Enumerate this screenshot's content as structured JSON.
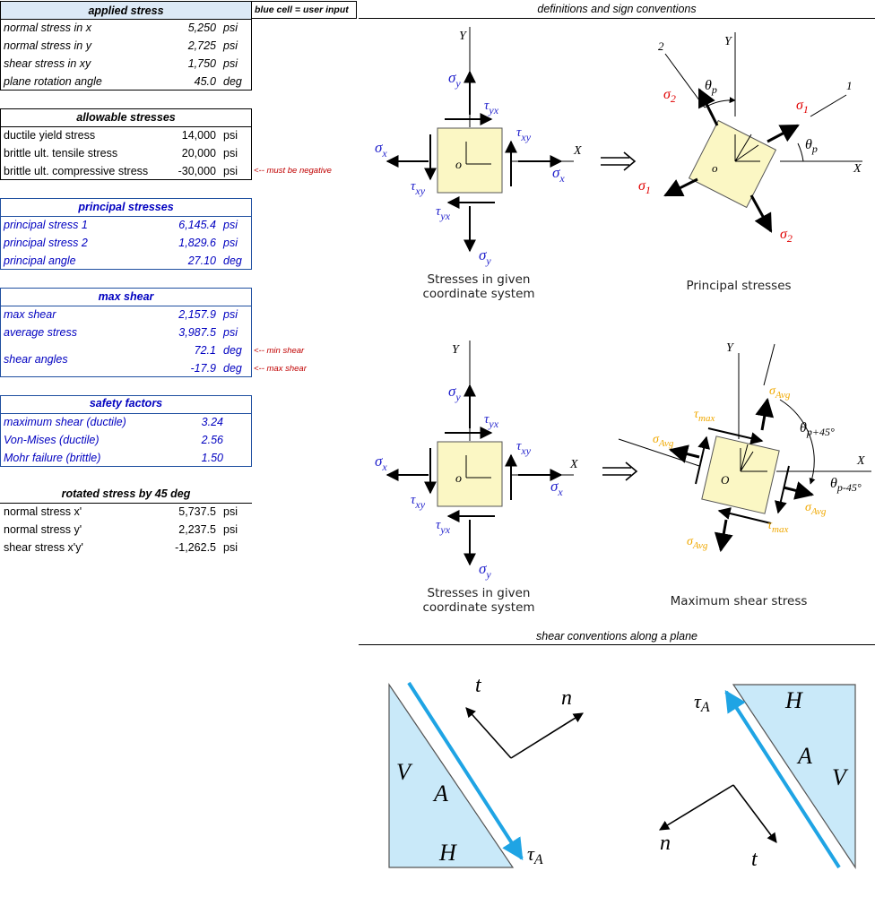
{
  "legend": {
    "blue_cell_note": "blue cell = user input"
  },
  "applied_stress": {
    "title": "applied stress",
    "rows": [
      {
        "label": "normal stress in x",
        "value": "5,250",
        "unit": "psi"
      },
      {
        "label": "normal stress in y",
        "value": "2,725",
        "unit": "psi"
      },
      {
        "label": "shear stress in xy",
        "value": "1,750",
        "unit": "psi"
      },
      {
        "label": "plane rotation angle",
        "value": "45.0",
        "unit": "deg"
      }
    ]
  },
  "allowable_stresses": {
    "title": "allowable stresses",
    "rows": [
      {
        "label": "ductile yield stress",
        "value": "14,000",
        "unit": "psi"
      },
      {
        "label": "brittle ult. tensile stress",
        "value": "20,000",
        "unit": "psi"
      },
      {
        "label": "brittle ult. compressive stress",
        "value": "-30,000",
        "unit": "psi"
      }
    ],
    "note": "<-- must be negative"
  },
  "principal_stresses": {
    "title": "principal stresses",
    "rows": [
      {
        "label": "principal stress 1",
        "value": "6,145.4",
        "unit": "psi"
      },
      {
        "label": "principal stress 2",
        "value": "1,829.6",
        "unit": "psi"
      },
      {
        "label": "principal angle",
        "value": "27.10",
        "unit": "deg"
      }
    ]
  },
  "max_shear": {
    "title": "max shear",
    "rows": [
      {
        "label": "max shear",
        "value": "2,157.9",
        "unit": "psi"
      },
      {
        "label": "average stress",
        "value": "3,987.5",
        "unit": "psi"
      }
    ],
    "shear_angles_label": "shear angles",
    "shear_angle_min": "72.1",
    "shear_angle_max": "-17.9",
    "shear_angle_unit": "deg",
    "note_min": "<-- min shear",
    "note_max": "<-- max shear"
  },
  "safety_factors": {
    "title": "safety factors",
    "rows": [
      {
        "label": "maximum shear (ductile)",
        "value": "3.24"
      },
      {
        "label": "Von-Mises (ductile)",
        "value": "2.56"
      },
      {
        "label": "Mohr failure (brittle)",
        "value": "1.50"
      }
    ]
  },
  "rotated_stress": {
    "title": "rotated stress by 45 deg",
    "rows": [
      {
        "label": "normal stress x'",
        "value": "5,737.5",
        "unit": "psi"
      },
      {
        "label": "normal stress y'",
        "value": "2,237.5",
        "unit": "psi"
      },
      {
        "label": "shear stress x'y'",
        "value": "-1,262.5",
        "unit": "psi"
      }
    ]
  },
  "diagrams": {
    "definitions_title": "definitions and sign conventions",
    "shear_title": "shear conventions along a plane",
    "caption_given_1": "Stresses in given",
    "caption_given_2": "coordinate system",
    "caption_principal": "Principal stresses",
    "caption_max_shear": "Maximum shear stress",
    "axis_x": "X",
    "axis_y": "Y",
    "origin": "o",
    "origin_upper": "O",
    "axis_1": "1",
    "axis_2": "2",
    "sigma": "σ",
    "tau": "τ",
    "theta": "θ",
    "sub_x": "x",
    "sub_y": "y",
    "sub_xy": "xy",
    "sub_yx": "yx",
    "sub_1": "1",
    "sub_2": "2",
    "sub_p": "p",
    "sub_p_plus": "p+45°",
    "sub_p_minus": "p-45°",
    "sub_avg": "Avg",
    "sub_max": "max",
    "sub_a": "A",
    "plane_v": "V",
    "plane_a": "A",
    "plane_h": "H",
    "dir_t": "t",
    "dir_n": "n",
    "colors": {
      "blue": "#2222cc",
      "red": "#e00000",
      "orange": "#f0a800",
      "panel": "#fbf7c4",
      "plane": "#c9e9f9",
      "plane_line": "#1fa4e4"
    }
  }
}
